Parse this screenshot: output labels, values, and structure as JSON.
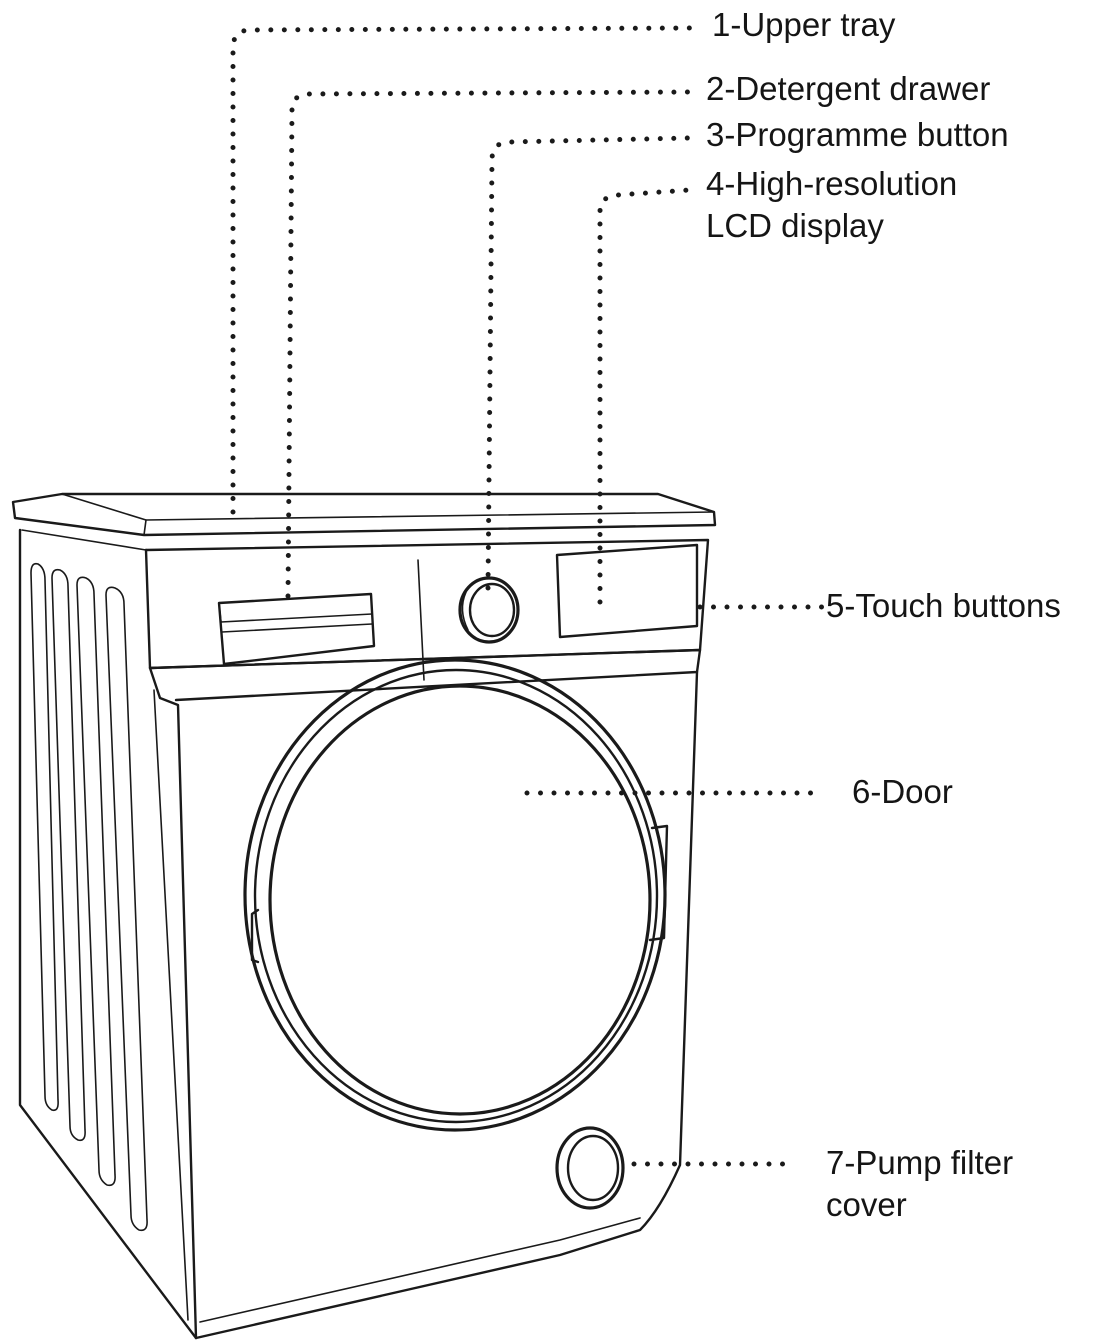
{
  "figure": {
    "callouts": [
      {
        "id": "upper-tray",
        "lines": [
          "1-Upper tray"
        ]
      },
      {
        "id": "detergent-drawer",
        "lines": [
          "2-Detergent drawer"
        ]
      },
      {
        "id": "programme-button",
        "lines": [
          "3-Programme button"
        ]
      },
      {
        "id": "lcd-display",
        "lines": [
          "4-High-resolution",
          "LCD display"
        ]
      },
      {
        "id": "touch-buttons",
        "lines": [
          "5-Touch buttons"
        ]
      },
      {
        "id": "door",
        "lines": [
          "6-Door"
        ]
      },
      {
        "id": "pump-filter-cover",
        "lines": [
          "7-Pump filter",
          "cover"
        ]
      }
    ],
    "colors": {
      "ink": "#1a1a1a",
      "text": "#151515",
      "background": "#ffffff"
    }
  }
}
